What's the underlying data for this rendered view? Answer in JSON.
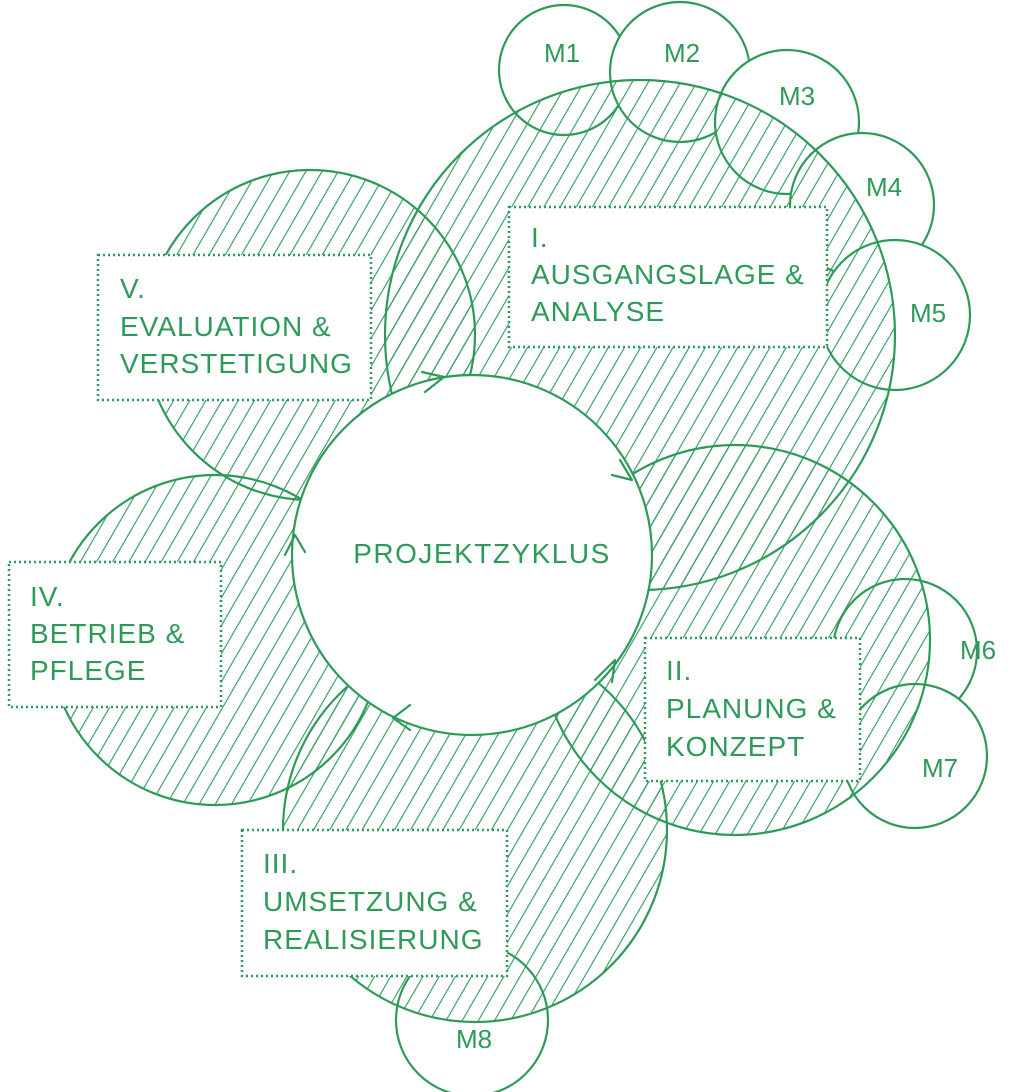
{
  "colors": {
    "accent": "#2e9a5a",
    "background": "#ffffff"
  },
  "center": {
    "title": "PROJEKTZYKLUS"
  },
  "phases": [
    {
      "num": "I.",
      "line1": "AUSGANGSLAGE &",
      "line2": "ANALYSE"
    },
    {
      "num": "II.",
      "line1": "PLANUNG &",
      "line2": "KONZEPT"
    },
    {
      "num": "III.",
      "line1": "UMSETZUNG &",
      "line2": "REALISIERUNG"
    },
    {
      "num": "IV.",
      "line1": "BETRIEB &",
      "line2": "PFLEGE"
    },
    {
      "num": "V.",
      "line1": "EVALUATION &",
      "line2": "VERSTETIGUNG"
    }
  ],
  "modules": [
    "M1",
    "M2",
    "M3",
    "M4",
    "M5",
    "M6",
    "M7",
    "M8"
  ]
}
